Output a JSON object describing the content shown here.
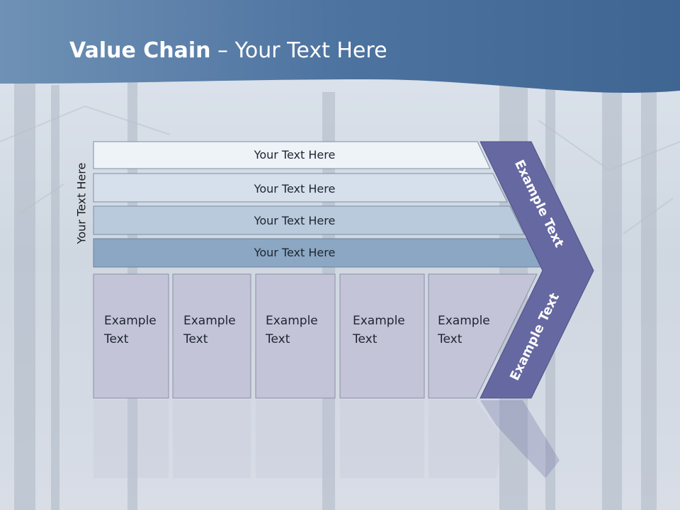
{
  "title": {
    "bold": "Value Chain",
    "rest": " – Your Text Here"
  },
  "side_label": "Your Text Here",
  "bars": [
    {
      "label": "Your Text Here"
    },
    {
      "label": "Your Text Here"
    },
    {
      "label": "Your Text Here"
    },
    {
      "label": "Your Text Here"
    }
  ],
  "boxes": [
    {
      "line1": "Example",
      "line2": "Text"
    },
    {
      "line1": "Example",
      "line2": "Text"
    },
    {
      "line1": "Example",
      "line2": "Text"
    },
    {
      "line1": "Example",
      "line2": "Text"
    },
    {
      "line1": "Example",
      "line2": "Text"
    }
  ],
  "chevron": {
    "upper": "Example Text",
    "lower": "Example Text"
  },
  "colors": {
    "header": "#4f76a0",
    "chevron": "#6668a1",
    "boxes": "#c3c4d8",
    "bar1": "#eef3f8",
    "bar2": "#d5e0ec",
    "bar3": "#b8cadc",
    "bar4": "#8ba7c4"
  }
}
